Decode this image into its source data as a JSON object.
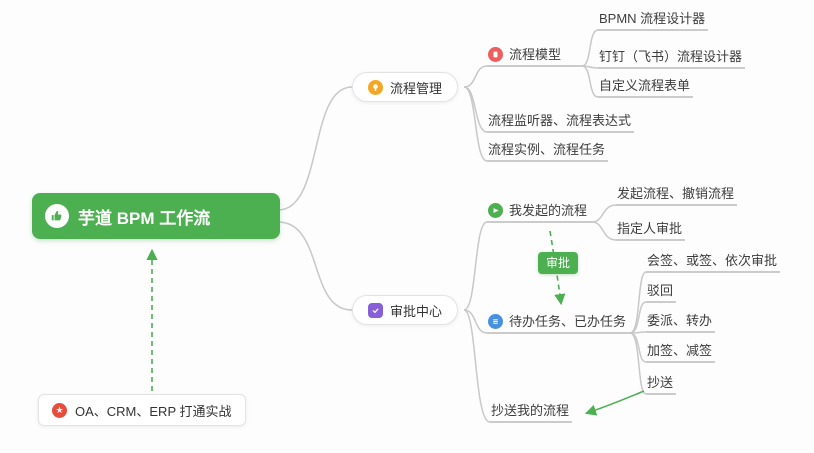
{
  "root": {
    "label": "芋道 BPM 工作流"
  },
  "note": {
    "label": "OA、CRM、ERP 打通实战"
  },
  "badge": {
    "label": "审批"
  },
  "process": {
    "label": "流程管理",
    "model": {
      "label": "流程模型"
    },
    "model_children": [
      "BPMN 流程设计器",
      "钉钉（飞书）流程设计器",
      "自定义流程表单"
    ],
    "listener": "流程监听器、流程表达式",
    "instance": "流程实例、流程任务"
  },
  "approval": {
    "label": "审批中心",
    "my": {
      "label": "我发起的流程"
    },
    "my_children": [
      "发起流程、撤销流程",
      "指定人审批"
    ],
    "todo": {
      "label": "待办任务、已办任务"
    },
    "todo_children": [
      "会签、或签、依次审批",
      "驳回",
      "委派、转办",
      "加签、减签",
      "抄送"
    ],
    "cc": "抄送我的流程"
  },
  "colors": {
    "root_green": "#4caf50",
    "arrow_green": "#4caf50",
    "connector_gray": "#c8c8c8",
    "icon_orange": "#f5a623",
    "icon_red": "#ef5e5e",
    "icon_blue": "#4a90e2",
    "icon_purple": "#8760d8",
    "icon_crimson": "#e74c3c"
  }
}
